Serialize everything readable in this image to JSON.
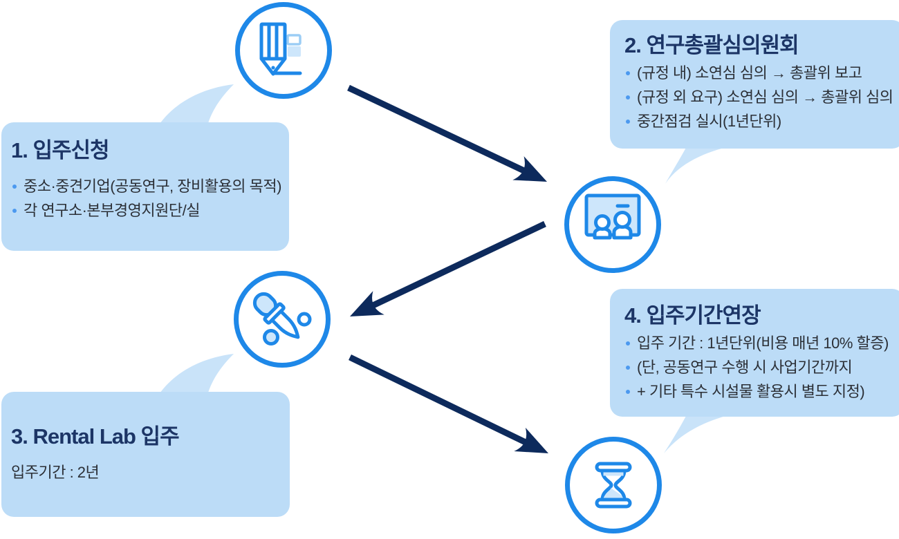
{
  "palette": {
    "box_bg": "#BCDCF7",
    "tail_bg": "#C9E3F9",
    "title_color": "#1C3566",
    "body_color": "#2B2F36",
    "bullet_color": "#4C99EF",
    "icon_stroke": "#1E88E8",
    "icon_light": "#CDE6FB",
    "icon_light_stroke": "#9CCDF5",
    "arrow_color": "#0D2A5C",
    "background": "#FFFFFF"
  },
  "steps": [
    {
      "id": 1,
      "title": "1. 입주신청",
      "bullets": [
        "중소·중견기업(공동연구, 장비활용의 목적)",
        "각 연구소·본부경영지원단/실"
      ],
      "icon": "pencil-form-icon"
    },
    {
      "id": 2,
      "title": "2. 연구총괄심의원회",
      "bullets": [
        "(규정 내) 소연심 심의 → 총괄위 보고",
        "(규정 외 요구) 소연심 심의 → 총괄위 심의",
        "중간점검 실시(1년단위)"
      ],
      "icon": "presentation-board-icon"
    },
    {
      "id": 3,
      "title": "3. Rental Lab 입주",
      "bullets": [],
      "note": "입주기간 : 2년",
      "icon": "dropper-icon"
    },
    {
      "id": 4,
      "title": "4. 입주기간연장",
      "bullets": [
        "입주 기간 : 1년단위(비용 매년 10% 할증)",
        "(단, 공동연구 수행 시 사업기간까지",
        "+ 기타 특수 시설물 활용시 별도 지정)"
      ],
      "icon": "hourglass-icon"
    }
  ]
}
